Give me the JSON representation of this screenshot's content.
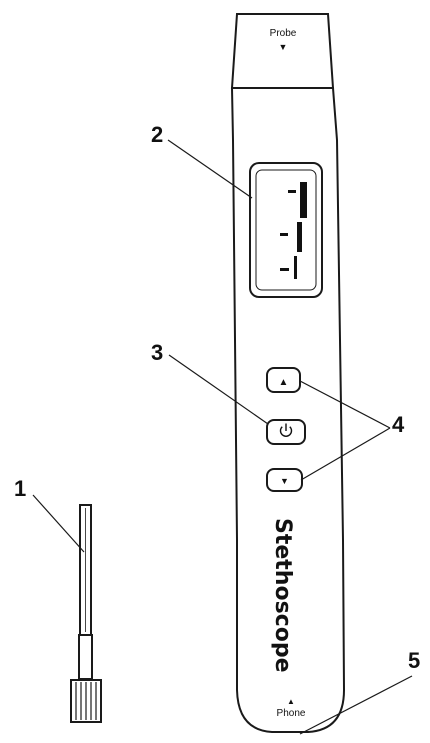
{
  "device": {
    "probe_label": "Probe",
    "phone_label": "Phone",
    "brand_text": "Stethoscope"
  },
  "callouts": [
    "1",
    "2",
    "3",
    "4",
    "5"
  ],
  "buttons": {
    "up_symbol": "▲",
    "power_symbol": "⏻",
    "down_symbol": "▼"
  },
  "colors": {
    "line": "#1a1a1a",
    "background": "#ffffff"
  }
}
